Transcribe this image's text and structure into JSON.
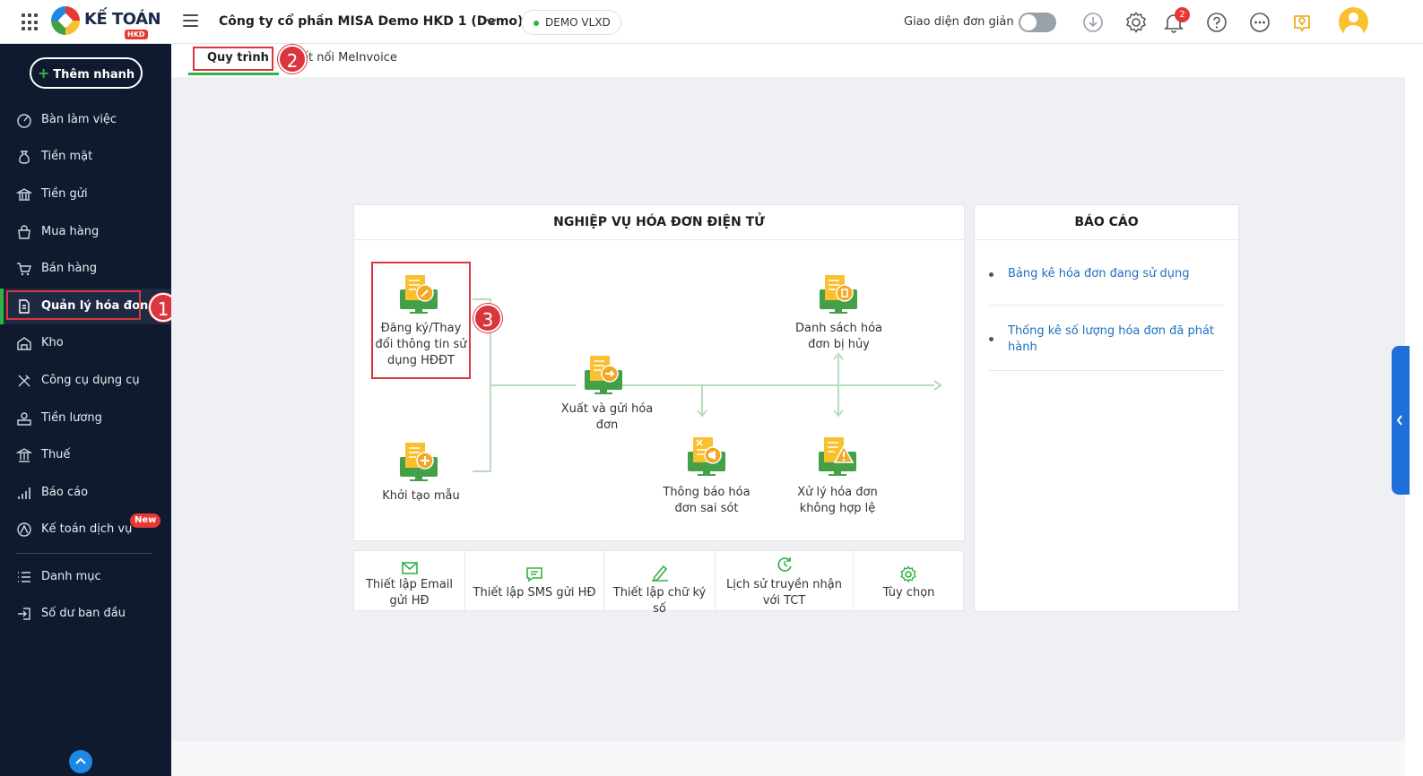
{
  "header": {
    "logo_text": "KẾ TOÁN",
    "logo_badge": "HKD",
    "company": "Công ty cổ phần MISA Demo HKD 1 (Demo)",
    "database": "DEMO VLXD",
    "simple_ui_label": "Giao diện đơn giản",
    "notification_count": "2",
    "colors": {
      "accent": "#2fb344",
      "brand_dark": "#0f1a2e",
      "highlight": "#d9363e",
      "link": "#1d6fbf"
    }
  },
  "sidebar": {
    "quick_add": "Thêm nhanh",
    "items": [
      {
        "label": "Bàn làm việc",
        "icon": "dashboard-icon"
      },
      {
        "label": "Tiền mặt",
        "icon": "money-bag-icon"
      },
      {
        "label": "Tiền gửi",
        "icon": "bank-icon"
      },
      {
        "label": "Mua hàng",
        "icon": "shopping-bag-icon"
      },
      {
        "label": "Bán hàng",
        "icon": "cart-icon"
      },
      {
        "label": "Quản lý hóa đơn",
        "icon": "invoice-icon",
        "active": true
      },
      {
        "label": "Kho",
        "icon": "warehouse-icon"
      },
      {
        "label": "Công cụ dụng cụ",
        "icon": "tools-icon"
      },
      {
        "label": "Tiền lương",
        "icon": "salary-icon"
      },
      {
        "label": "Thuế",
        "icon": "tax-icon"
      },
      {
        "label": "Báo cáo",
        "icon": "report-chart-icon"
      },
      {
        "label": "Kế toán dịch vụ",
        "icon": "service-icon",
        "badge": "New"
      },
      {
        "label": "Danh mục",
        "icon": "list-icon"
      },
      {
        "label": "Số dư ban đầu",
        "icon": "opening-balance-icon"
      }
    ]
  },
  "tabs": {
    "active": "Quy trình",
    "other": "ết nối MeInvoice"
  },
  "steps": [
    "1",
    "2",
    "3"
  ],
  "workflow": {
    "title": "NGHIỆP VỤ HÓA ĐƠN ĐIỆN TỬ",
    "nodes": {
      "register": "Đăng ký/Thay đổi thông tin sử dụng HĐĐT",
      "create_template": "Khởi tạo mẫu",
      "issue_send": "Xuất và gửi hóa đơn",
      "cancelled_list": "Danh sách hóa đơn bị hủy",
      "error_notice": "Thông báo hóa đơn sai sót",
      "invalid_handling": "Xử lý hóa đơn không hợp lệ"
    }
  },
  "tools": [
    {
      "label": "Thiết lập Email gửi HĐ",
      "icon": "email-icon"
    },
    {
      "label": "Thiết lập SMS gửi HĐ",
      "icon": "sms-icon"
    },
    {
      "label": "Thiết lập chữ ký số",
      "icon": "signature-icon"
    },
    {
      "label": "Lịch sử truyền nhận với TCT",
      "icon": "history-sync-icon"
    },
    {
      "label": "Tùy chọn",
      "icon": "settings-icon"
    }
  ],
  "reports": {
    "title": "BÁO CÁO",
    "items": [
      "Bảng kê hóa đơn đang sử dụng",
      "Thống kê số lượng hóa đơn đã phát hành"
    ]
  }
}
